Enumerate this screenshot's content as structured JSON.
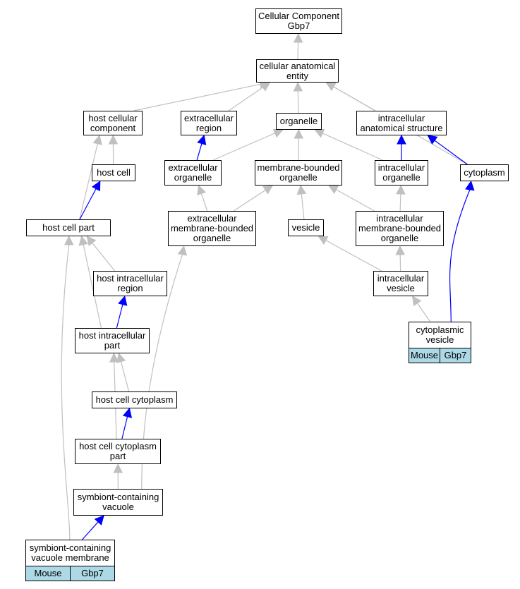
{
  "colors": {
    "is_a_edge": "#c0c0c0",
    "part_of_edge": "#0000ff",
    "tag_fill": "#add8e6"
  },
  "nodes": {
    "root": {
      "lines": [
        "Cellular Component",
        "Gbp7"
      ]
    },
    "cae": {
      "lines": [
        "cellular anatomical",
        "entity"
      ]
    },
    "hcc": {
      "lines": [
        "host cellular",
        "component"
      ]
    },
    "exr": {
      "lines": [
        "extracellular",
        "region"
      ]
    },
    "org": {
      "lines": [
        "organelle"
      ]
    },
    "ias": {
      "lines": [
        "intracellular",
        "anatomical structure"
      ]
    },
    "hc": {
      "lines": [
        "host cell"
      ]
    },
    "exo": {
      "lines": [
        "extracellular",
        "organelle"
      ]
    },
    "mbo": {
      "lines": [
        "membrane-bounded",
        "organelle"
      ]
    },
    "io": {
      "lines": [
        "intracellular",
        "organelle"
      ]
    },
    "cyt": {
      "lines": [
        "cytoplasm"
      ]
    },
    "hcp": {
      "lines": [
        "host cell part"
      ]
    },
    "embo": {
      "lines": [
        "extracellular",
        "membrane-bounded",
        "organelle"
      ]
    },
    "ves": {
      "lines": [
        "vesicle"
      ]
    },
    "imbo": {
      "lines": [
        "intracellular",
        "membrane-bounded",
        "organelle"
      ]
    },
    "hir": {
      "lines": [
        "host intracellular",
        "region"
      ]
    },
    "iv": {
      "lines": [
        "intracellular",
        "vesicle"
      ]
    },
    "cv": {
      "lines": [
        "cytoplasmic",
        "vesicle"
      ],
      "tags": [
        "Mouse",
        "Gbp7"
      ]
    },
    "hip": {
      "lines": [
        "host intracellular",
        "part"
      ]
    },
    "hccyt": {
      "lines": [
        "host cell cytoplasm"
      ]
    },
    "hccp": {
      "lines": [
        "host cell cytoplasm",
        "part"
      ]
    },
    "scv": {
      "lines": [
        "symbiont-containing",
        "vacuole"
      ]
    },
    "scvm": {
      "lines": [
        "symbiont-containing",
        "vacuole membrane"
      ],
      "tags": [
        "Mouse",
        "Gbp7"
      ]
    }
  },
  "edges": [
    {
      "from": "cae",
      "to": "root",
      "type": "is_a"
    },
    {
      "from": "hcc",
      "to": "cae",
      "type": "is_a"
    },
    {
      "from": "exr",
      "to": "cae",
      "type": "is_a"
    },
    {
      "from": "org",
      "to": "cae",
      "type": "is_a"
    },
    {
      "from": "ias",
      "to": "cae",
      "type": "is_a"
    },
    {
      "from": "cyt",
      "to": "cae",
      "type": "is_a"
    },
    {
      "from": "hc",
      "to": "hcc",
      "type": "is_a"
    },
    {
      "from": "exo",
      "to": "exr",
      "type": "part_of"
    },
    {
      "from": "exo",
      "to": "org",
      "type": "is_a"
    },
    {
      "from": "mbo",
      "to": "org",
      "type": "is_a"
    },
    {
      "from": "io",
      "to": "org",
      "type": "is_a"
    },
    {
      "from": "io",
      "to": "ias",
      "type": "part_of"
    },
    {
      "from": "cyt",
      "to": "ias",
      "type": "part_of"
    },
    {
      "from": "hcp",
      "to": "hcc",
      "type": "is_a"
    },
    {
      "from": "hcp",
      "to": "hc",
      "type": "part_of"
    },
    {
      "from": "embo",
      "to": "exo",
      "type": "is_a"
    },
    {
      "from": "embo",
      "to": "mbo",
      "type": "is_a"
    },
    {
      "from": "ves",
      "to": "mbo",
      "type": "is_a"
    },
    {
      "from": "imbo",
      "to": "mbo",
      "type": "is_a"
    },
    {
      "from": "imbo",
      "to": "io",
      "type": "is_a"
    },
    {
      "from": "hir",
      "to": "hcp",
      "type": "is_a"
    },
    {
      "from": "iv",
      "to": "ves",
      "type": "is_a"
    },
    {
      "from": "iv",
      "to": "imbo",
      "type": "is_a"
    },
    {
      "from": "cv",
      "to": "iv",
      "type": "is_a"
    },
    {
      "from": "cv",
      "to": "cyt",
      "type": "part_of"
    },
    {
      "from": "hip",
      "to": "hcp",
      "type": "is_a"
    },
    {
      "from": "hip",
      "to": "hir",
      "type": "part_of"
    },
    {
      "from": "hccyt",
      "to": "hip",
      "type": "is_a"
    },
    {
      "from": "hccp",
      "to": "hip",
      "type": "is_a"
    },
    {
      "from": "hccp",
      "to": "hccyt",
      "type": "part_of"
    },
    {
      "from": "scv",
      "to": "hccp",
      "type": "is_a"
    },
    {
      "from": "scv",
      "to": "embo",
      "type": "is_a"
    },
    {
      "from": "scvm",
      "to": "hcp",
      "type": "is_a"
    },
    {
      "from": "scvm",
      "to": "scv",
      "type": "part_of"
    }
  ]
}
